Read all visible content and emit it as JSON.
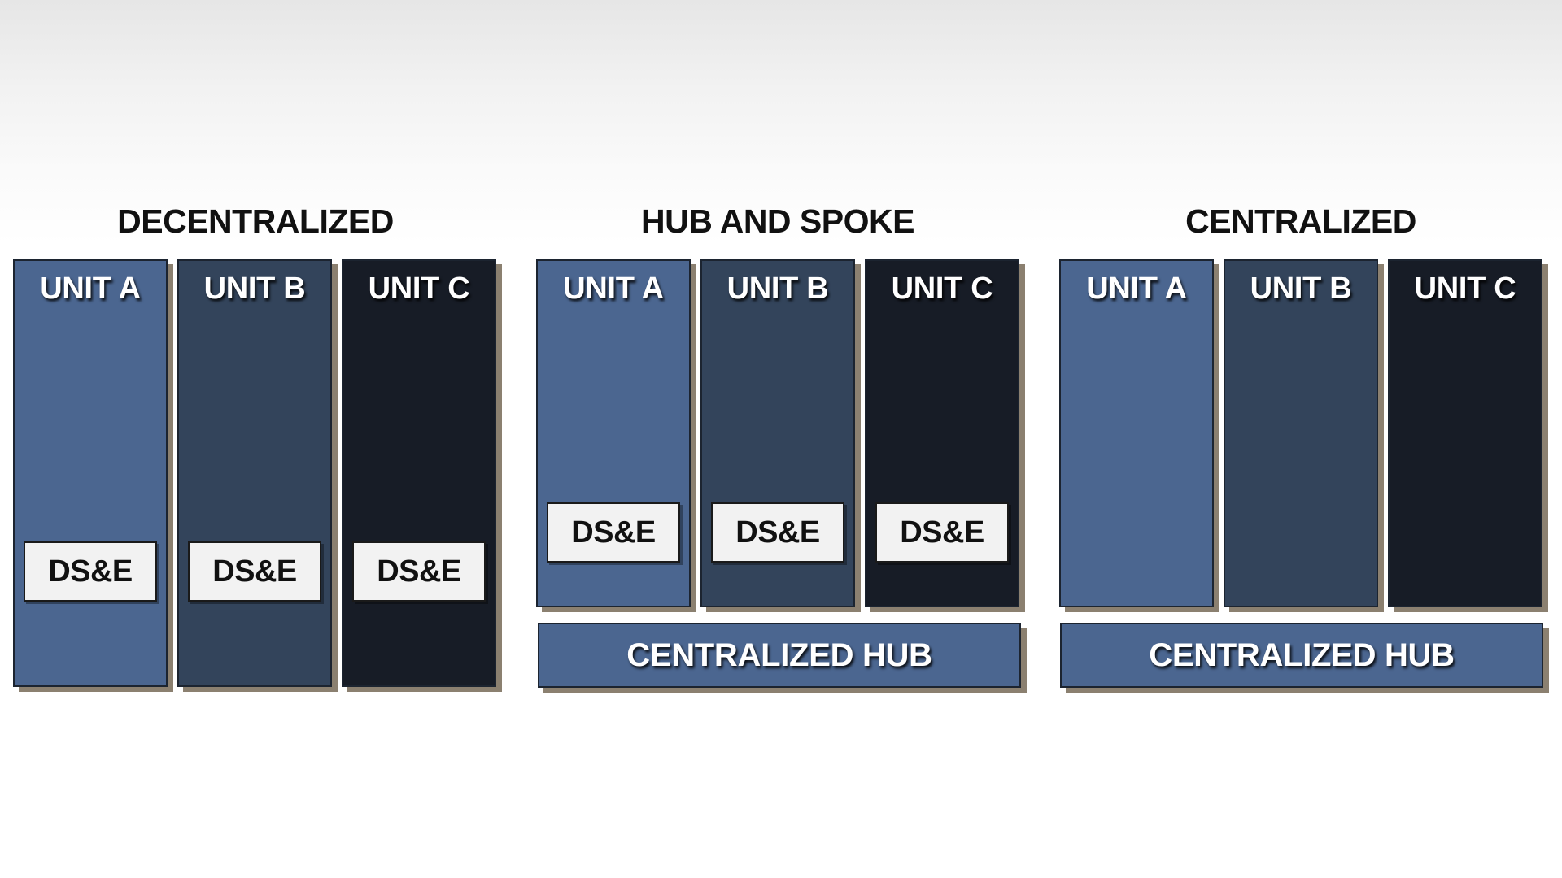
{
  "colors": {
    "unit_a": "#4b6690",
    "unit_b": "#33445b",
    "unit_c": "#171c26",
    "hub": "#4b6690",
    "shadow": "#8b8070",
    "dse_box": "#f2f2f2"
  },
  "panels": [
    {
      "title": "DECENTRALIZED",
      "units": [
        {
          "label": "UNIT A",
          "dse": "DS&E"
        },
        {
          "label": "UNIT B",
          "dse": "DS&E"
        },
        {
          "label": "UNIT C",
          "dse": "DS&E"
        }
      ]
    },
    {
      "title": "HUB AND SPOKE",
      "units": [
        {
          "label": "UNIT A",
          "dse": "DS&E"
        },
        {
          "label": "UNIT B",
          "dse": "DS&E"
        },
        {
          "label": "UNIT C",
          "dse": "DS&E"
        }
      ],
      "hub": "CENTRALIZED HUB"
    },
    {
      "title": "CENTRALIZED",
      "units": [
        {
          "label": "UNIT A"
        },
        {
          "label": "UNIT B"
        },
        {
          "label": "UNIT C"
        }
      ],
      "hub": "CENTRALIZED HUB"
    }
  ]
}
